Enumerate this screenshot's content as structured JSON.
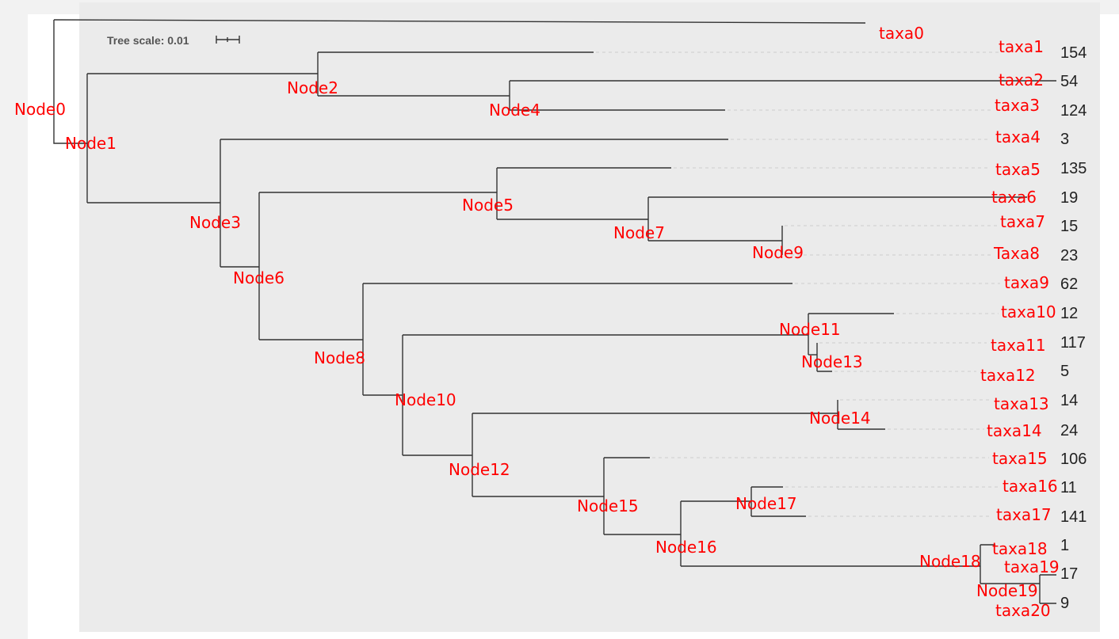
{
  "tree_scale": {
    "label": "Tree scale: 0.01"
  },
  "internal_nodes": [
    "Node0",
    "Node1",
    "Node2",
    "Node3",
    "Node4",
    "Node5",
    "Node6",
    "Node7",
    "Node8",
    "Node9",
    "Node10",
    "Node11",
    "Node12",
    "Node13",
    "Node14",
    "Node15",
    "Node16",
    "Node17",
    "Node18",
    "Node19"
  ],
  "leaves": [
    {
      "label": "taxa0",
      "value": ""
    },
    {
      "label": "taxa1",
      "value": "154"
    },
    {
      "label": "taxa2",
      "value": "54"
    },
    {
      "label": "taxa3",
      "value": "124"
    },
    {
      "label": "taxa4",
      "value": "3"
    },
    {
      "label": "taxa5",
      "value": "135"
    },
    {
      "label": "taxa6",
      "value": "19"
    },
    {
      "label": "taxa7",
      "value": "15"
    },
    {
      "label": "Taxa8",
      "value": "23"
    },
    {
      "label": "taxa9",
      "value": "62"
    },
    {
      "label": "taxa10",
      "value": "12"
    },
    {
      "label": "taxa11",
      "value": "117"
    },
    {
      "label": "taxa12",
      "value": "5"
    },
    {
      "label": "taxa13",
      "value": "14"
    },
    {
      "label": "taxa14",
      "value": "24"
    },
    {
      "label": "taxa15",
      "value": "106"
    },
    {
      "label": "taxa16",
      "value": "11"
    },
    {
      "label": "taxa17",
      "value": "141"
    },
    {
      "label": "taxa18",
      "value": "1"
    },
    {
      "label": "taxa19",
      "value": "17"
    },
    {
      "label": "taxa20",
      "value": "9"
    }
  ],
  "colors": {
    "annotation": "#ff0000",
    "branch": "#333333",
    "value_text": "#222222",
    "background": "#ebebeb"
  }
}
